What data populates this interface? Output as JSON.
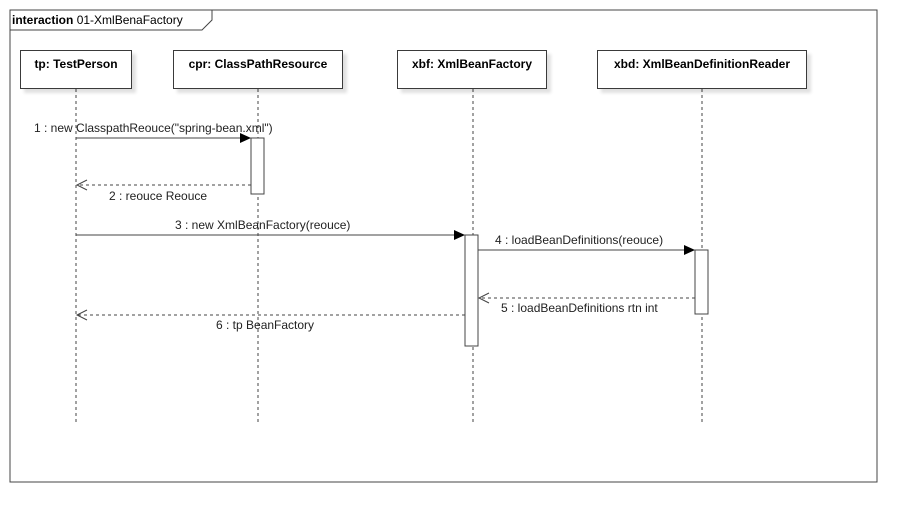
{
  "frame": {
    "keyword": "interaction",
    "name": "01-XmlBenaFactory"
  },
  "lifelines": [
    {
      "id": "tp",
      "label": "tp: TestPerson"
    },
    {
      "id": "cpr",
      "label": "cpr: ClassPathResource"
    },
    {
      "id": "xbf",
      "label": "xbf: XmlBeanFactory"
    },
    {
      "id": "xbd",
      "label": "xbd: XmlBeanDefinitionReader"
    }
  ],
  "messages": [
    {
      "label": "1 : new ClasspathReouce(\"spring-bean.xml\")",
      "from": "tp",
      "to": "cpr",
      "kind": "call"
    },
    {
      "label": "2 : reouce Reouce",
      "from": "cpr",
      "to": "tp",
      "kind": "return"
    },
    {
      "label": "3 : new XmlBeanFactory(reouce)",
      "from": "tp",
      "to": "xbf",
      "kind": "call"
    },
    {
      "label": "4 : loadBeanDefinitions(reouce)",
      "from": "xbf",
      "to": "xbd",
      "kind": "call"
    },
    {
      "label": "5 : loadBeanDefinitions rtn int",
      "from": "xbd",
      "to": "xbf",
      "kind": "return"
    },
    {
      "label": "6 : tp BeanFactory",
      "from": "xbf",
      "to": "tp",
      "kind": "return"
    }
  ]
}
